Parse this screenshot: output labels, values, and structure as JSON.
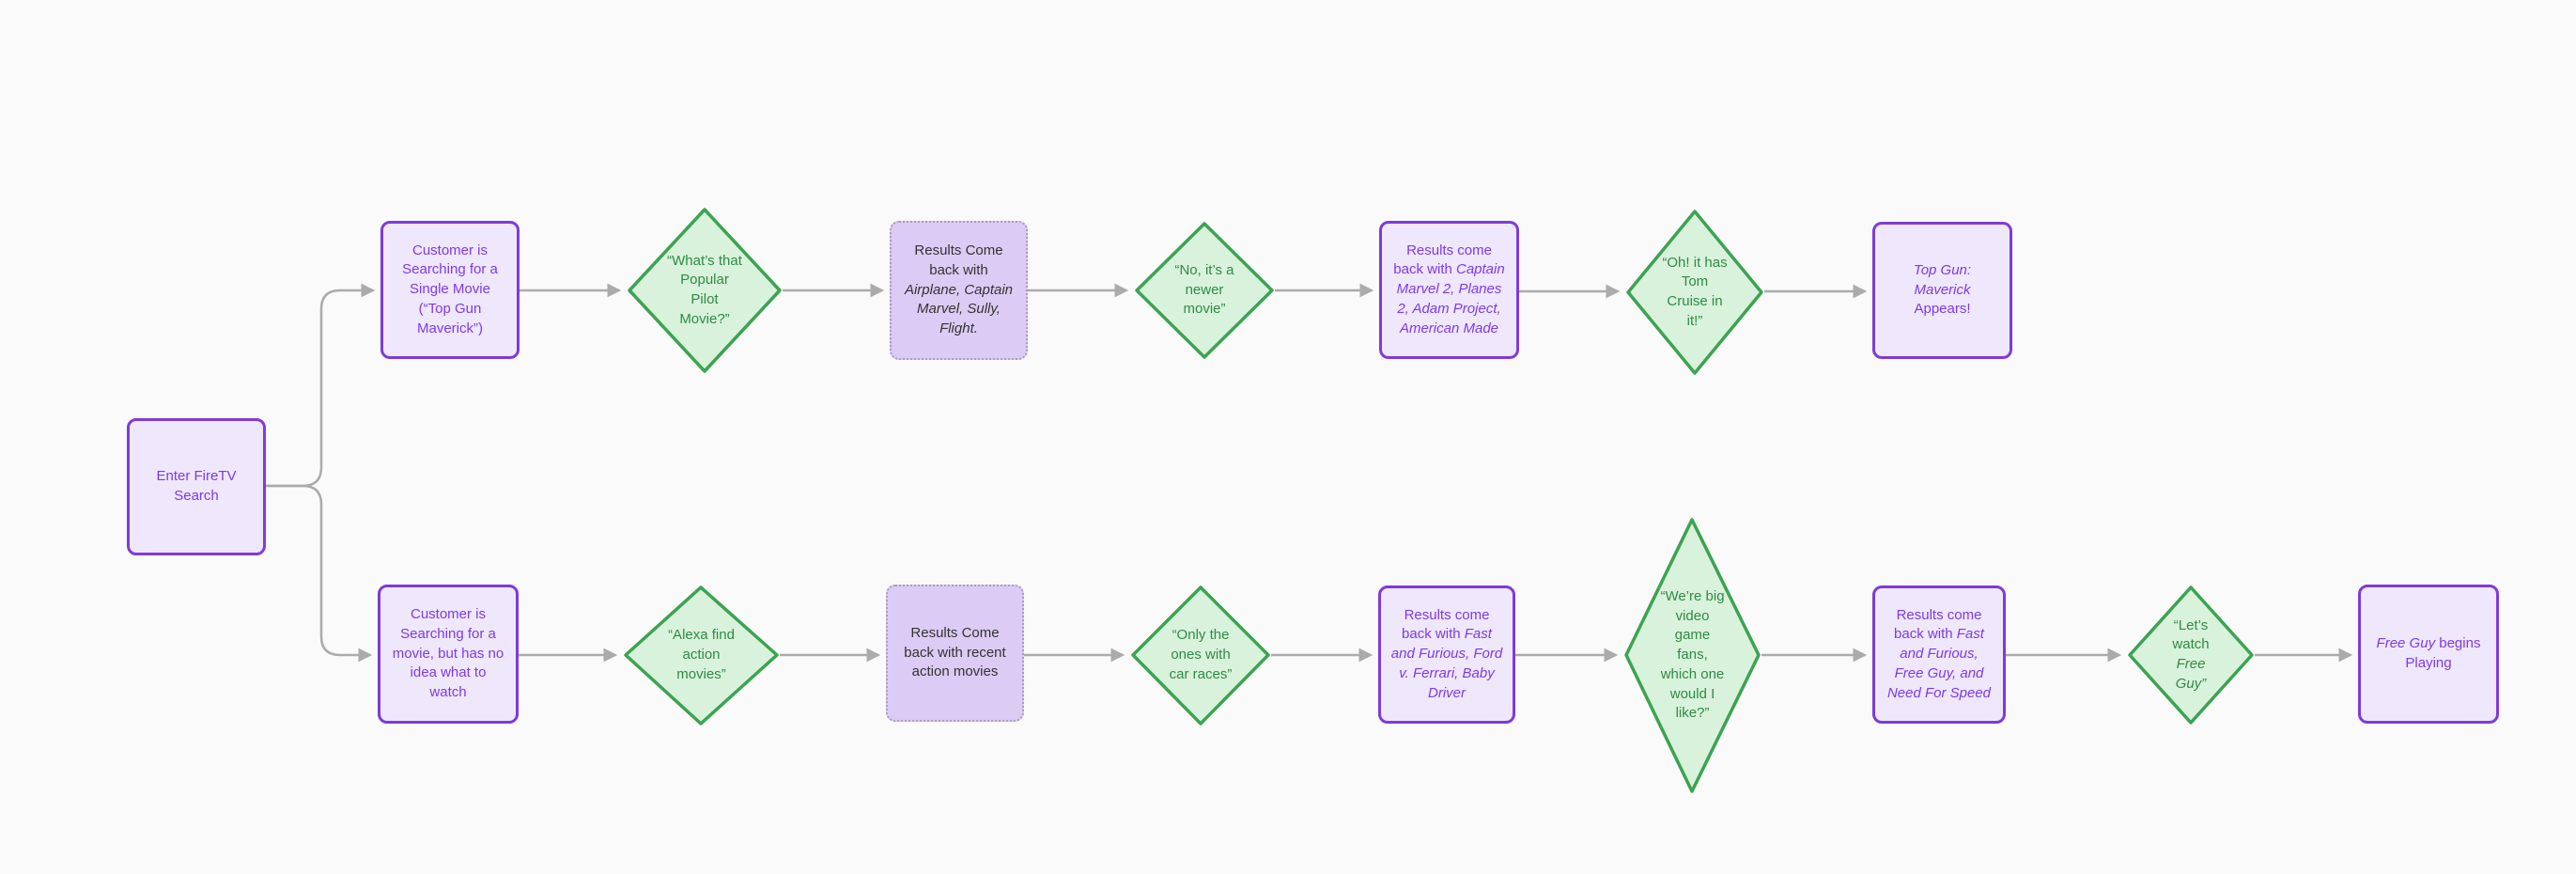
{
  "diagram": {
    "title": "FireTV Search customer journey flowchart",
    "colors": {
      "canvas_bg": "#fafafa",
      "journey_box_fill": "#efe7fc",
      "journey_box_border": "#7e3bd9",
      "journey_box_text": "#7c3aed",
      "results_box_fill": "#dccbf4",
      "results_box_border": "#a89cc0",
      "results_box_text": "#333333",
      "decision_fill": "#d9f2db",
      "decision_border": "#3ca352",
      "decision_text": "#2e8b45",
      "connector": "#ababab"
    },
    "nodes": {
      "start": {
        "type": "process",
        "label": [
          {
            "t": "Enter FireTV Search"
          }
        ]
      },
      "search_single": {
        "type": "process",
        "label": [
          {
            "t": "Customer is Searching for a Single Movie (“Top Gun Maverick”)"
          }
        ]
      },
      "decide_pilot": {
        "type": "decision",
        "label": [
          {
            "t": "“What’s that Popular Pilot Movie?”"
          }
        ]
      },
      "results_pilot": {
        "type": "results",
        "label": [
          {
            "t": "Results Come back with "
          },
          {
            "t": "Airplane, Captain Marvel, Sully, Flight.",
            "i": true
          }
        ]
      },
      "decide_newer": {
        "type": "decision",
        "label": [
          {
            "t": "“No, it’s a newer movie”"
          }
        ]
      },
      "results_newer": {
        "type": "results",
        "label": [
          {
            "t": "Results come back with "
          },
          {
            "t": "Captain Marvel 2, Planes 2, Adam Project, American Made",
            "i": true
          }
        ]
      },
      "decide_tom_cruise": {
        "type": "decision",
        "label": [
          {
            "t": "“Oh! it has Tom Cruise in it!”"
          }
        ]
      },
      "top_gun_appears": {
        "type": "process",
        "label": [
          {
            "t": "Top Gun: Maverick",
            "i": true
          },
          {
            "t": " Appears!"
          }
        ]
      },
      "search_no_idea": {
        "type": "process",
        "label": [
          {
            "t": "Customer is Searching for a movie, but has no idea what to watch"
          }
        ]
      },
      "decide_alexa": {
        "type": "decision",
        "label": [
          {
            "t": "“Alexa find action movies”"
          }
        ]
      },
      "results_recent": {
        "type": "results",
        "label": [
          {
            "t": "Results Come back with recent action movies"
          }
        ]
      },
      "decide_car_races": {
        "type": "decision",
        "label": [
          {
            "t": "“Only the ones with car races”"
          }
        ]
      },
      "results_car": {
        "type": "results",
        "label": [
          {
            "t": "Results come back with "
          },
          {
            "t": "Fast and Furious, Ford v. Ferrari, Baby Driver",
            "i": true
          }
        ]
      },
      "decide_video_games": {
        "type": "decision",
        "label": [
          {
            "t": "“We’re big video game fans, which one would I like?”"
          }
        ]
      },
      "results_video_games": {
        "type": "results",
        "label": [
          {
            "t": "Results come back with "
          },
          {
            "t": "Fast and Furious, Free Guy, and Need For Speed",
            "i": true
          }
        ]
      },
      "decide_free_guy": {
        "type": "decision",
        "label": [
          {
            "t": "“Let’s watch "
          },
          {
            "t": "Free Guy”",
            "i": true
          }
        ]
      },
      "free_guy_plays": {
        "type": "process",
        "label": [
          {
            "t": "Free Guy",
            "i": true
          },
          {
            "t": " begins Playing"
          }
        ]
      }
    },
    "edges": [
      {
        "from": "start",
        "to": "search_single"
      },
      {
        "from": "start",
        "to": "search_no_idea"
      },
      {
        "from": "search_single",
        "to": "decide_pilot"
      },
      {
        "from": "decide_pilot",
        "to": "results_pilot"
      },
      {
        "from": "results_pilot",
        "to": "decide_newer"
      },
      {
        "from": "decide_newer",
        "to": "results_newer"
      },
      {
        "from": "results_newer",
        "to": "decide_tom_cruise"
      },
      {
        "from": "decide_tom_cruise",
        "to": "top_gun_appears"
      },
      {
        "from": "search_no_idea",
        "to": "decide_alexa"
      },
      {
        "from": "decide_alexa",
        "to": "results_recent"
      },
      {
        "from": "results_recent",
        "to": "decide_car_races"
      },
      {
        "from": "decide_car_races",
        "to": "results_car"
      },
      {
        "from": "results_car",
        "to": "decide_video_games"
      },
      {
        "from": "decide_video_games",
        "to": "results_video_games"
      },
      {
        "from": "results_video_games",
        "to": "decide_free_guy"
      },
      {
        "from": "decide_free_guy",
        "to": "free_guy_plays"
      }
    ]
  }
}
